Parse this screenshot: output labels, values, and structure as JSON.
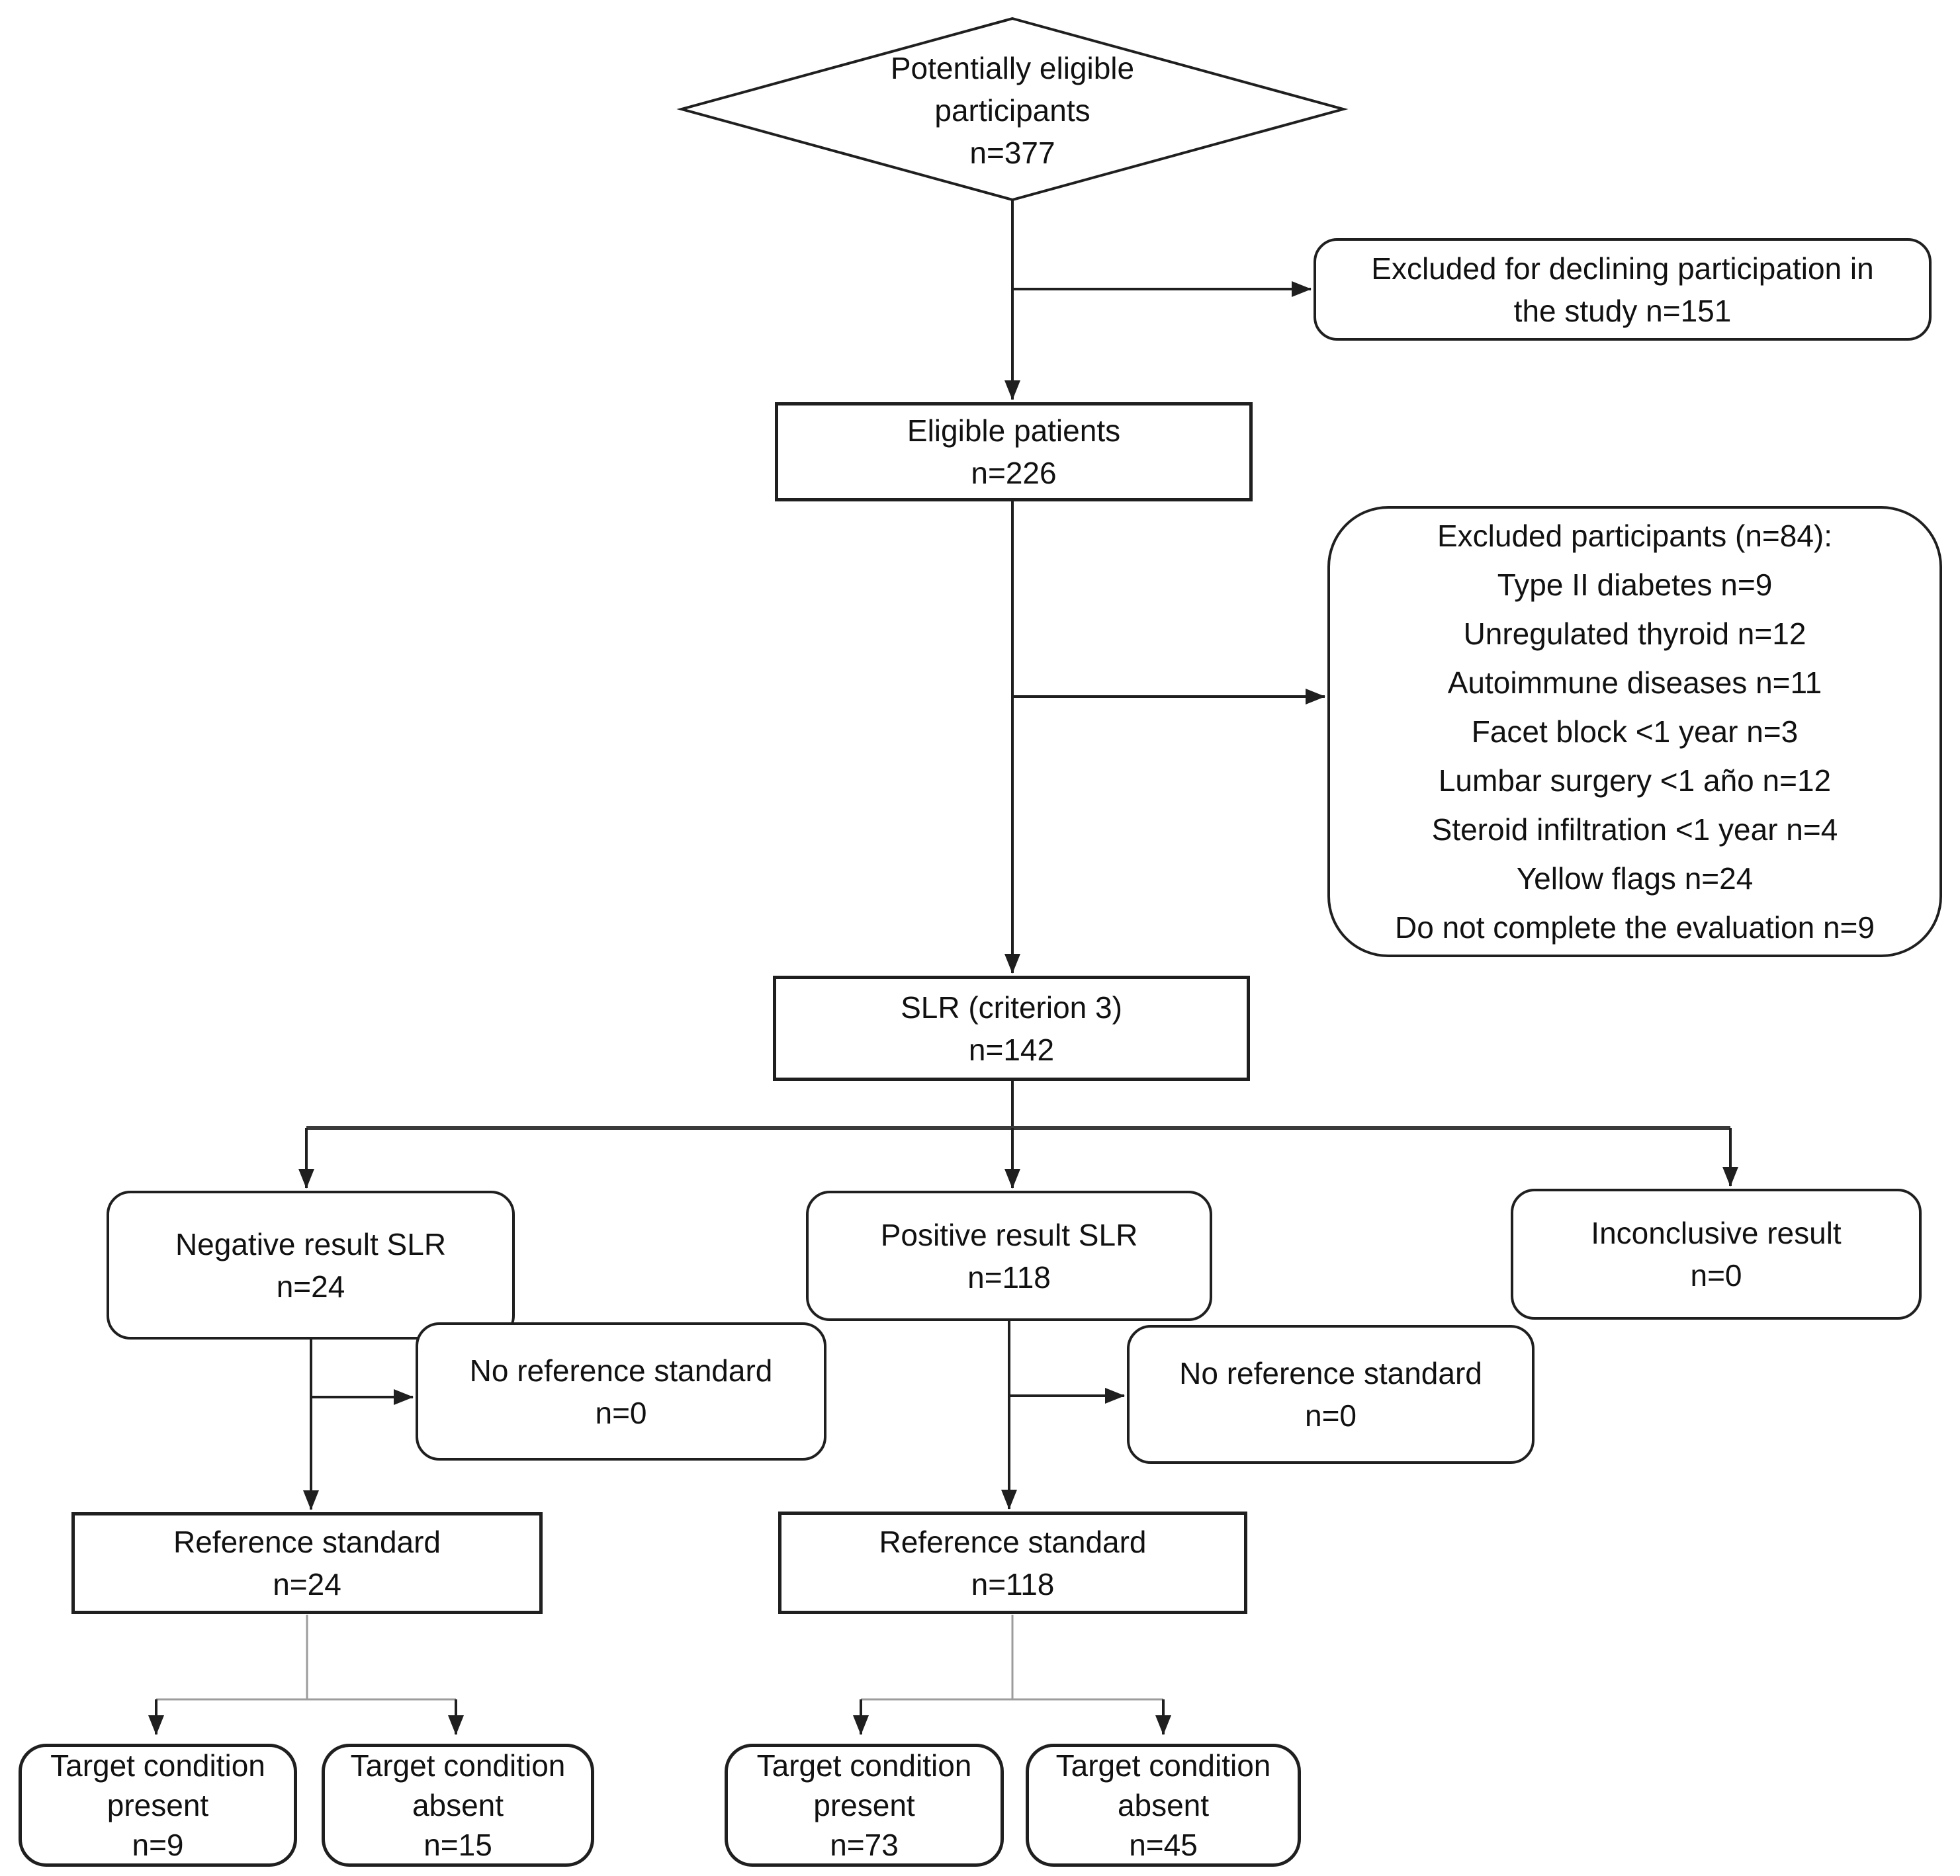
{
  "diagram": {
    "kind": "participant-flow-diagram",
    "colors": {
      "stroke": "#1f1f1f",
      "thin_line": "#9c9c9c",
      "background": "#ffffff",
      "text": "#111111"
    },
    "nodes": {
      "potentially_eligible": {
        "line1": "Potentially eligible",
        "line2": "participants",
        "count": "n=377"
      },
      "excluded_declining": {
        "line1": "Excluded for declining participation in",
        "line2": "the study n=151"
      },
      "eligible_patients": {
        "label": "Eligible patients",
        "count": "n=226"
      },
      "excluded_participants": {
        "header": "Excluded participants (n=84):",
        "items": [
          "Type II diabetes n=9",
          "Unregulated thyroid n=12",
          "Autoimmune diseases n=11",
          "Facet block <1 year n=3",
          "Lumbar surgery <1 año n=12",
          "Steroid infiltration <1 year n=4",
          "Yellow flags n=24",
          "Do not complete the evaluation n=9"
        ]
      },
      "slr": {
        "label": "SLR (criterion 3)",
        "count": "n=142"
      },
      "negative_slr": {
        "label": "Negative result SLR",
        "count": "n=24"
      },
      "positive_slr": {
        "label": "Positive result SLR",
        "count": "n=118"
      },
      "inconclusive": {
        "label": "Inconclusive result",
        "count": "n=0"
      },
      "no_ref_negative": {
        "label": "No reference standard",
        "count": "n=0"
      },
      "no_ref_positive": {
        "label": "No reference standard",
        "count": "n=0"
      },
      "ref_negative": {
        "label": "Reference standard",
        "count": "n=24"
      },
      "ref_positive": {
        "label": "Reference standard",
        "count": "n=118"
      },
      "tc_present_negative": {
        "line1": "Target condition",
        "line2": "present",
        "count": "n=9"
      },
      "tc_absent_negative": {
        "line1": "Target condition",
        "line2": "absent",
        "count": "n=15"
      },
      "tc_present_positive": {
        "line1": "Target condition",
        "line2": "present",
        "count": "n=73"
      },
      "tc_absent_positive": {
        "line1": "Target condition",
        "line2": "absent",
        "count": "n=45"
      }
    }
  }
}
